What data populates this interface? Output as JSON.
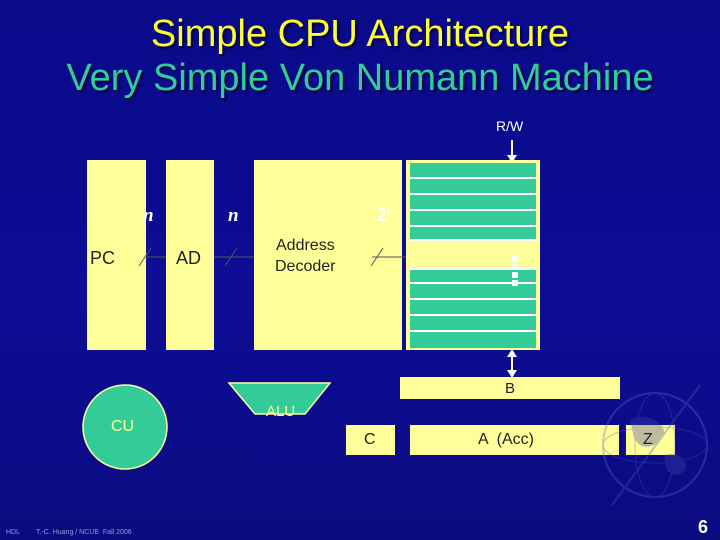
{
  "slide": {
    "title": "Simple CPU Architecture",
    "subtitle": "Very Simple Von Numann Machine",
    "page_number": "6",
    "footer_left": "HDL",
    "footer_author": "T.-C. Huang / NCUE  Fall 2006"
  },
  "diagram": {
    "rw_label": "R/W",
    "pc_label": "PC",
    "ad_label": "AD",
    "decoder_label_line1": "Address",
    "decoder_label_line2": "Decoder",
    "n_label_1": "n",
    "n_label_2": "n",
    "two_n_base": "2",
    "two_n_exp": "n",
    "b_label": "B",
    "alu_label": "ALU",
    "cu_label": "CU",
    "c_label": "C",
    "acc_label": "A  (Acc)",
    "z_label": "Z"
  },
  "colors": {
    "background": "#0d0d96",
    "title": "#ffff33",
    "subtitle": "#33cc99",
    "register_fill": "#ffff99",
    "memory_fill": "#33cc99",
    "alu_cu_fill": "#33cc99"
  }
}
